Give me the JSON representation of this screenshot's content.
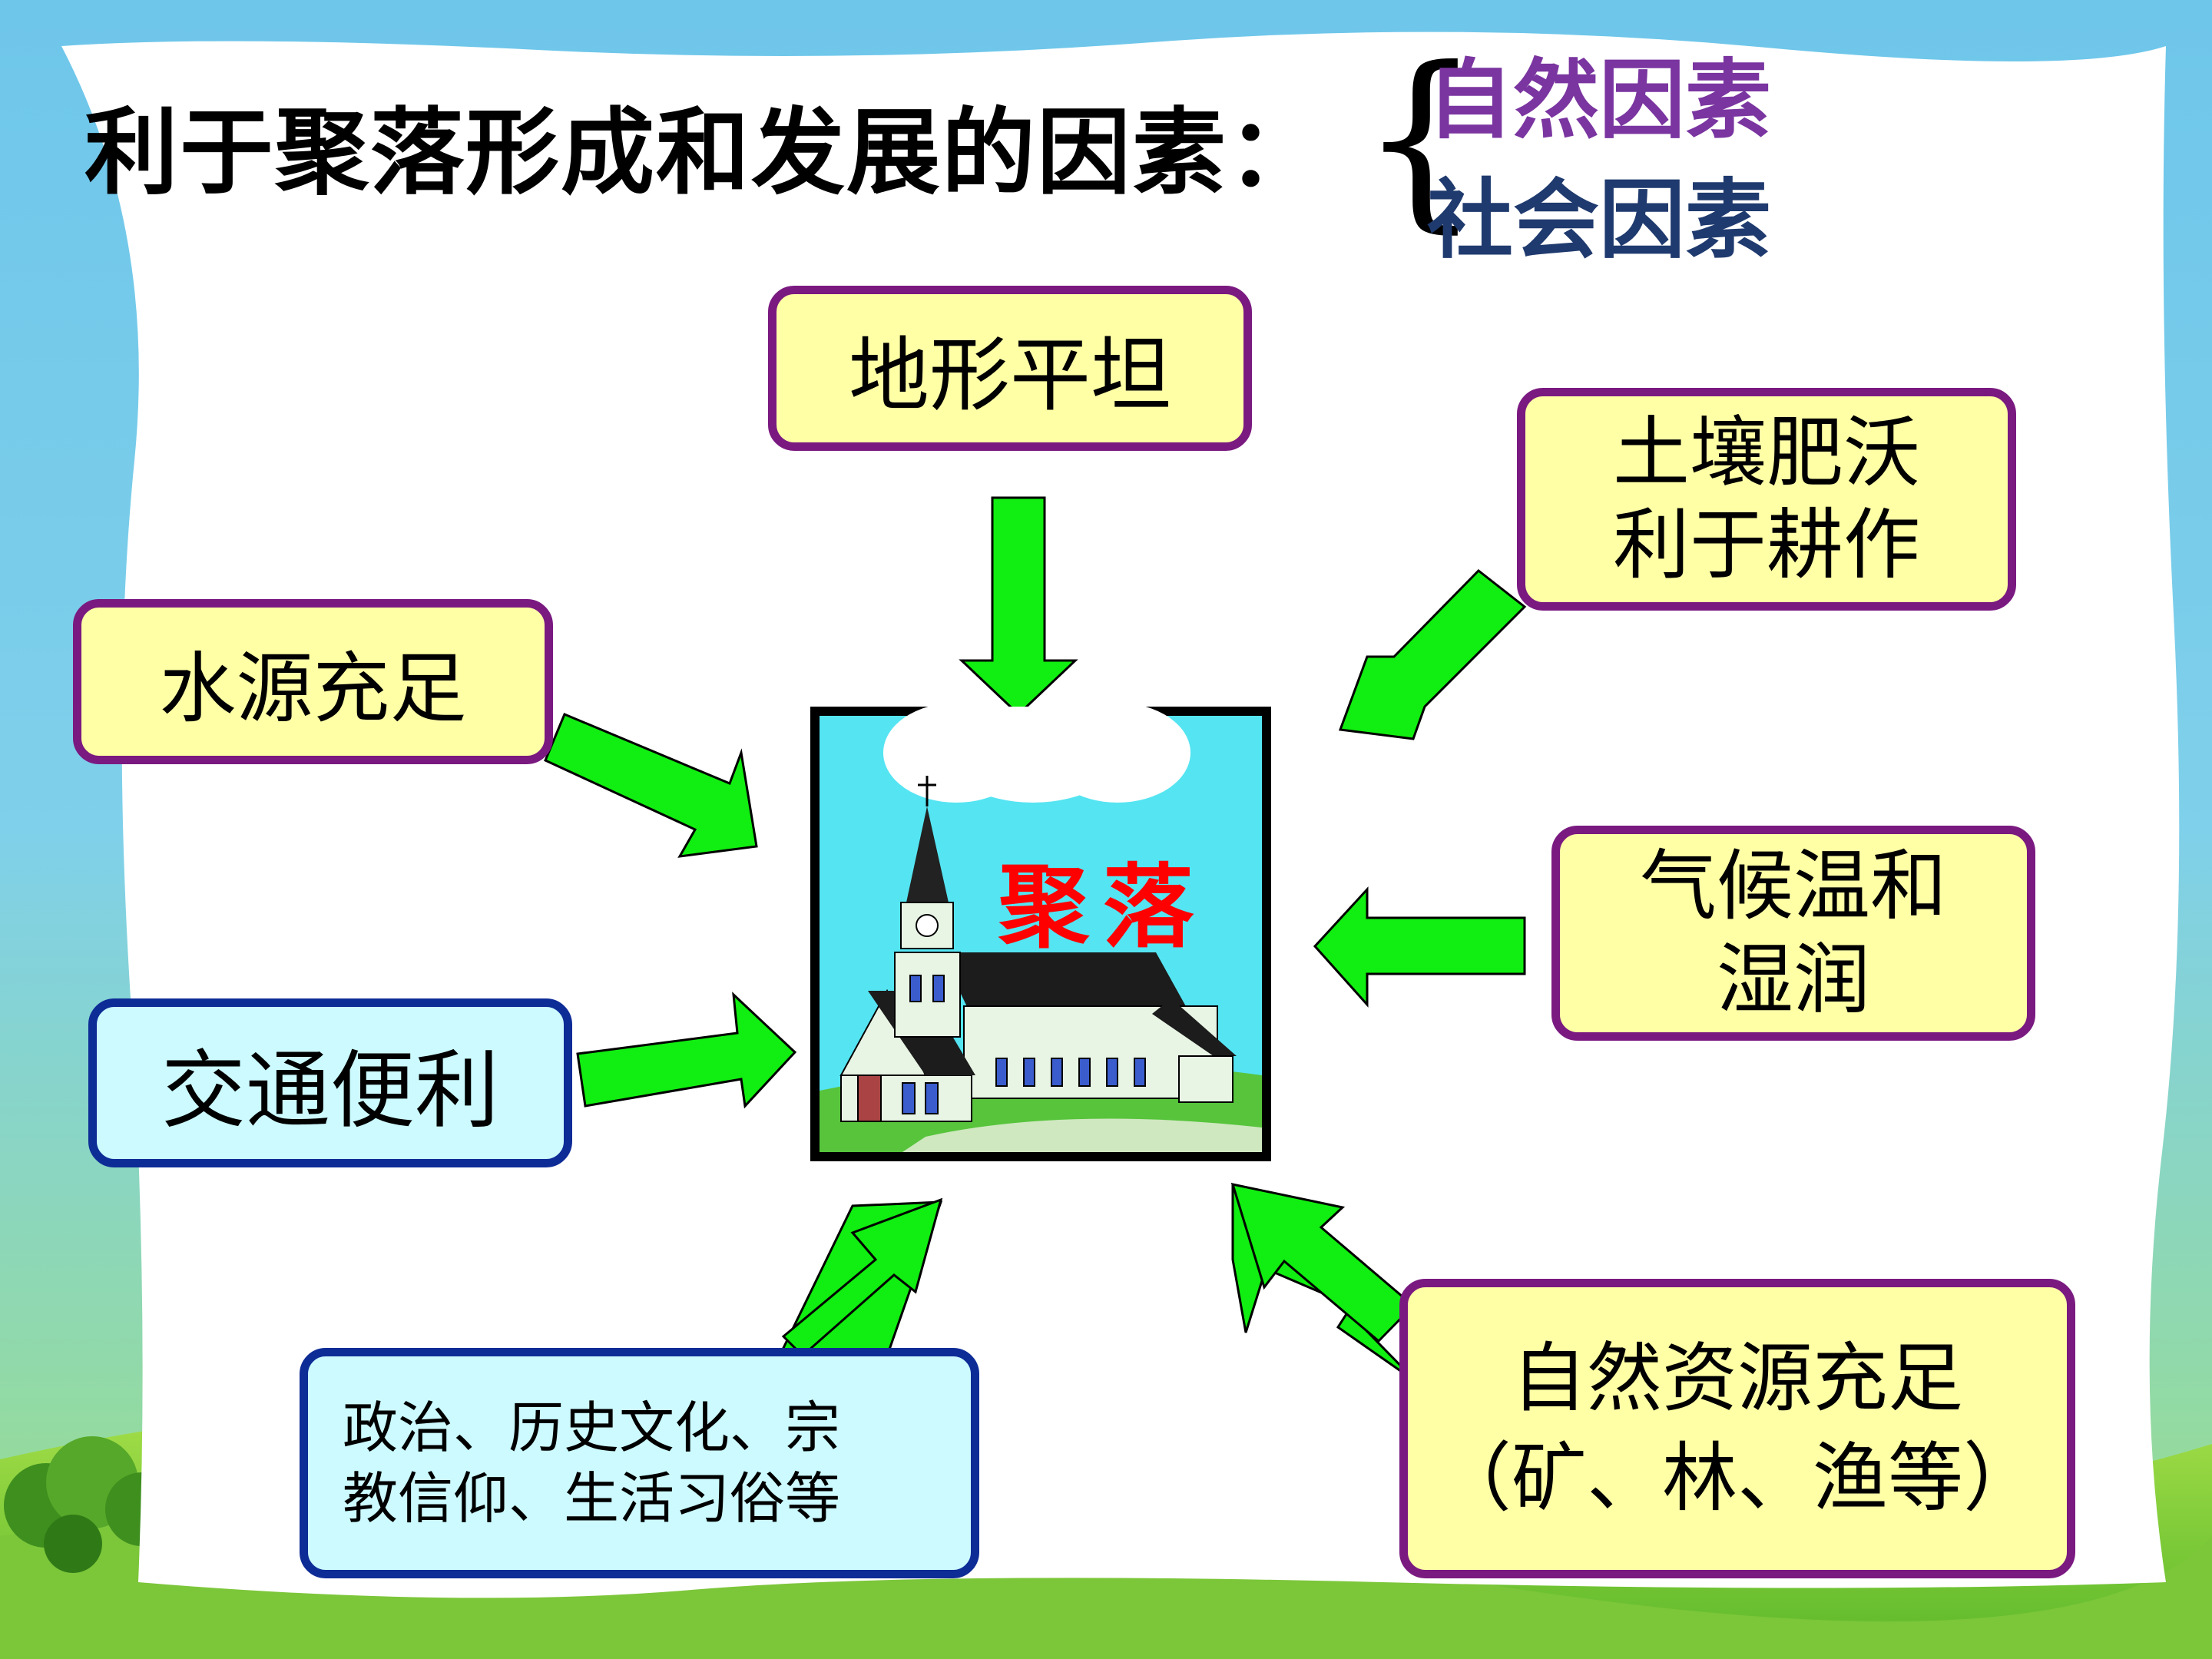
{
  "title": "利于聚落形成和发展的因素：",
  "categories": {
    "natural": "自然因素",
    "social": "社会因素"
  },
  "center_label": "聚落",
  "factors": {
    "terrain": "地形平坦",
    "soil": [
      "土壤肥沃",
      "利于耕作"
    ],
    "water": "水源充足",
    "climate": [
      "气候温和",
      "湿润"
    ],
    "traffic": "交通便利",
    "culture": [
      "政治、历史文化、宗",
      "教信仰、生活习俗等"
    ],
    "resources": [
      "自然资源充足",
      "（矿、林、渔等）"
    ]
  },
  "colors": {
    "arrow": "#11ee11",
    "box_fill_yellow": "#ffffa6",
    "box_border_purple": "#7a1a80",
    "box_fill_cyan": "#ccfaff",
    "box_border_blue": "#0e2c96",
    "center_label": "#ff0000"
  }
}
